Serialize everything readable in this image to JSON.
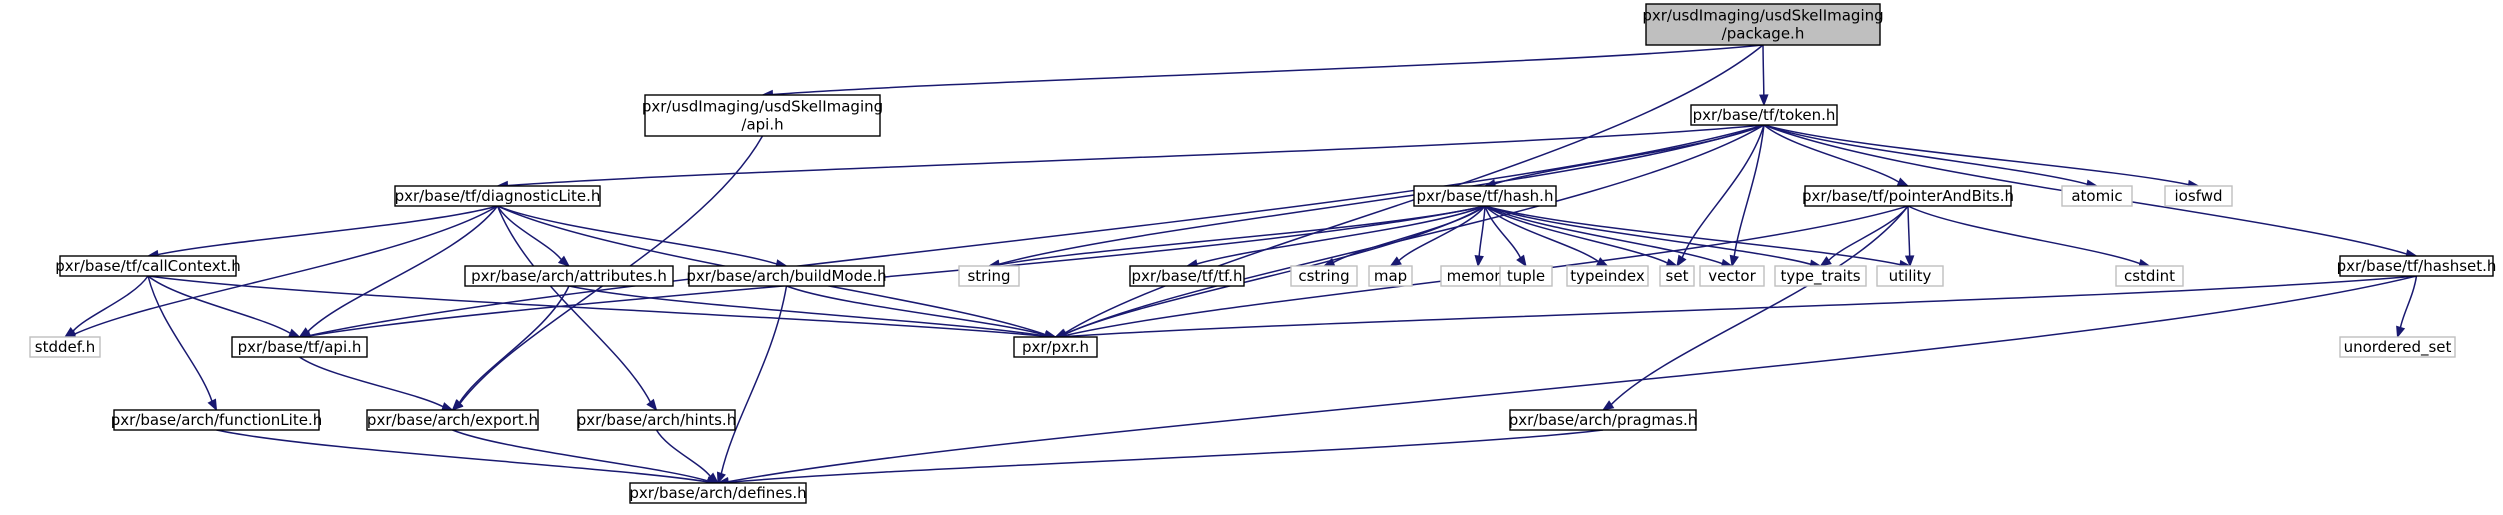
{
  "diagram": {
    "nodes": [
      {
        "id": "package",
        "lines": [
          "pxr/usdImaging/usdSkelImaging",
          "/package.h"
        ],
        "kind": "root"
      },
      {
        "id": "api_usdskel",
        "lines": [
          "pxr/usdImaging/usdSkelImaging",
          "/api.h"
        ],
        "kind": "internal"
      },
      {
        "id": "token",
        "lines": [
          "pxr/base/tf/token.h"
        ],
        "kind": "internal"
      },
      {
        "id": "diagnosticLite",
        "lines": [
          "pxr/base/tf/diagnosticLite.h"
        ],
        "kind": "internal"
      },
      {
        "id": "hash",
        "lines": [
          "pxr/base/tf/hash.h"
        ],
        "kind": "internal"
      },
      {
        "id": "pointerAndBits",
        "lines": [
          "pxr/base/tf/pointerAndBits.h"
        ],
        "kind": "internal"
      },
      {
        "id": "atomic",
        "lines": [
          "atomic"
        ],
        "kind": "external"
      },
      {
        "id": "iosfwd",
        "lines": [
          "iosfwd"
        ],
        "kind": "external"
      },
      {
        "id": "callContext",
        "lines": [
          "pxr/base/tf/callContext.h"
        ],
        "kind": "internal"
      },
      {
        "id": "attributes",
        "lines": [
          "pxr/base/arch/attributes.h"
        ],
        "kind": "internal"
      },
      {
        "id": "buildMode",
        "lines": [
          "pxr/base/arch/buildMode.h"
        ],
        "kind": "internal"
      },
      {
        "id": "string",
        "lines": [
          "string"
        ],
        "kind": "external"
      },
      {
        "id": "tf_h",
        "lines": [
          "pxr/base/tf/tf.h"
        ],
        "kind": "internal"
      },
      {
        "id": "cstring",
        "lines": [
          "cstring"
        ],
        "kind": "external"
      },
      {
        "id": "map",
        "lines": [
          "map"
        ],
        "kind": "external"
      },
      {
        "id": "memory",
        "lines": [
          "memory"
        ],
        "kind": "external"
      },
      {
        "id": "tuple",
        "lines": [
          "tuple"
        ],
        "kind": "external"
      },
      {
        "id": "typeindex",
        "lines": [
          "typeindex"
        ],
        "kind": "external"
      },
      {
        "id": "set",
        "lines": [
          "set"
        ],
        "kind": "external"
      },
      {
        "id": "vector",
        "lines": [
          "vector"
        ],
        "kind": "external"
      },
      {
        "id": "type_traits",
        "lines": [
          "type_traits"
        ],
        "kind": "external"
      },
      {
        "id": "utility",
        "lines": [
          "utility"
        ],
        "kind": "external"
      },
      {
        "id": "cstdint",
        "lines": [
          "cstdint"
        ],
        "kind": "external"
      },
      {
        "id": "hashset",
        "lines": [
          "pxr/base/tf/hashset.h"
        ],
        "kind": "internal"
      },
      {
        "id": "stddef",
        "lines": [
          "stddef.h"
        ],
        "kind": "external"
      },
      {
        "id": "tf_api",
        "lines": [
          "pxr/base/tf/api.h"
        ],
        "kind": "internal"
      },
      {
        "id": "pxr",
        "lines": [
          "pxr/pxr.h"
        ],
        "kind": "internal"
      },
      {
        "id": "unordered_set",
        "lines": [
          "unordered_set"
        ],
        "kind": "external"
      },
      {
        "id": "functionLite",
        "lines": [
          "pxr/base/arch/functionLite.h"
        ],
        "kind": "internal"
      },
      {
        "id": "export",
        "lines": [
          "pxr/base/arch/export.h"
        ],
        "kind": "internal"
      },
      {
        "id": "hints",
        "lines": [
          "pxr/base/arch/hints.h"
        ],
        "kind": "internal"
      },
      {
        "id": "pragmas",
        "lines": [
          "pxr/base/arch/pragmas.h"
        ],
        "kind": "internal"
      },
      {
        "id": "defines",
        "lines": [
          "pxr/base/arch/defines.h"
        ],
        "kind": "internal"
      }
    ],
    "edges": [
      [
        "package",
        "api_usdskel"
      ],
      [
        "package",
        "token"
      ],
      [
        "package",
        "pxr"
      ],
      [
        "api_usdskel",
        "export"
      ],
      [
        "token",
        "diagnosticLite"
      ],
      [
        "token",
        "hash"
      ],
      [
        "token",
        "pointerAndBits"
      ],
      [
        "token",
        "atomic"
      ],
      [
        "token",
        "iosfwd"
      ],
      [
        "token",
        "hashset"
      ],
      [
        "token",
        "tf_api"
      ],
      [
        "token",
        "string"
      ],
      [
        "token",
        "set"
      ],
      [
        "token",
        "vector"
      ],
      [
        "token",
        "pxr"
      ],
      [
        "diagnosticLite",
        "callContext"
      ],
      [
        "diagnosticLite",
        "attributes"
      ],
      [
        "diagnosticLite",
        "buildMode"
      ],
      [
        "diagnosticLite",
        "stddef"
      ],
      [
        "diagnosticLite",
        "tf_api"
      ],
      [
        "diagnosticLite",
        "pxr"
      ],
      [
        "diagnosticLite",
        "hints"
      ],
      [
        "hash",
        "string"
      ],
      [
        "hash",
        "tf_h"
      ],
      [
        "hash",
        "cstring"
      ],
      [
        "hash",
        "map"
      ],
      [
        "hash",
        "memory"
      ],
      [
        "hash",
        "tuple"
      ],
      [
        "hash",
        "typeindex"
      ],
      [
        "hash",
        "set"
      ],
      [
        "hash",
        "vector"
      ],
      [
        "hash",
        "type_traits"
      ],
      [
        "hash",
        "utility"
      ],
      [
        "hash",
        "tf_api"
      ],
      [
        "hash",
        "pxr"
      ],
      [
        "pointerAndBits",
        "type_traits"
      ],
      [
        "pointerAndBits",
        "utility"
      ],
      [
        "pointerAndBits",
        "cstdint"
      ],
      [
        "pointerAndBits",
        "pxr"
      ],
      [
        "pointerAndBits",
        "pragmas"
      ],
      [
        "callContext",
        "stddef"
      ],
      [
        "callContext",
        "tf_api"
      ],
      [
        "callContext",
        "functionLite"
      ],
      [
        "callContext",
        "pxr"
      ],
      [
        "attributes",
        "export"
      ],
      [
        "attributes",
        "pxr"
      ],
      [
        "buildMode",
        "defines"
      ],
      [
        "buildMode",
        "pxr"
      ],
      [
        "hashset",
        "pxr"
      ],
      [
        "hashset",
        "unordered_set"
      ],
      [
        "hashset",
        "defines"
      ],
      [
        "tf_api",
        "export"
      ],
      [
        "functionLite",
        "defines"
      ],
      [
        "export",
        "defines"
      ],
      [
        "hints",
        "defines"
      ],
      [
        "pragmas",
        "defines"
      ]
    ]
  }
}
